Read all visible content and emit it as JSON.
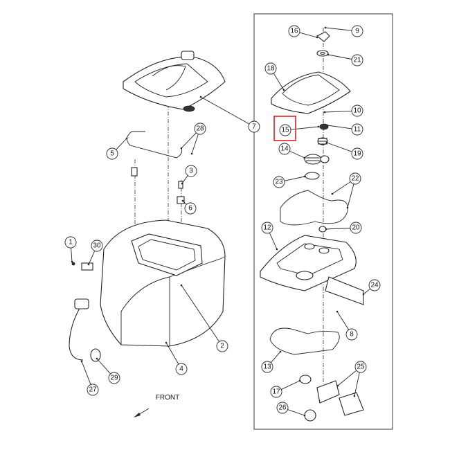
{
  "diagram": {
    "type": "exploded-parts-diagram",
    "front_label": "FRONT",
    "highlight_color": "#e01b24",
    "highlighted_callout": "15",
    "callouts": [
      "7",
      "5",
      "28",
      "3",
      "6",
      "1",
      "30",
      "2",
      "4",
      "29",
      "27",
      "16",
      "9",
      "21",
      "18",
      "10",
      "11",
      "15",
      "19",
      "14",
      "23",
      "22",
      "20",
      "12",
      "24",
      "8",
      "13",
      "17",
      "25",
      "26"
    ]
  }
}
